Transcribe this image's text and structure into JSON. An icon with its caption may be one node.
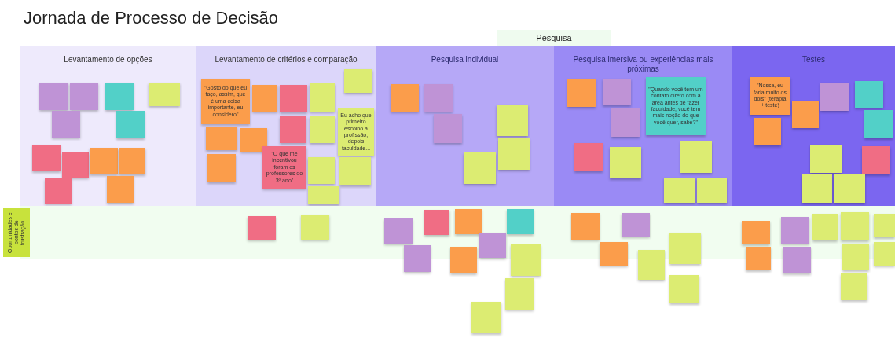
{
  "diagram": {
    "title": "Jornada de Processo de Decisão",
    "nodes": [
      {
        "text": [
          "Pesquisa"
        ]
      },
      {
        "text": [
          "Levantamento de opções"
        ]
      },
      {
        "text": [
          "Levantamento de critérios e comparação"
        ]
      },
      {
        "text": [
          "Pesquisa individual"
        ]
      },
      {
        "text": [
          "Pesquisa imersiva ou experiências mais próximas"
        ]
      },
      {
        "text": [
          "Testes"
        ]
      },
      {
        "text": [
          "Oportunidades e pontos de frustração"
        ]
      },
      {
        "text": [],
        "shape": "box",
        "in": 1
      },
      {
        "text": [],
        "shape": "box",
        "in": 1
      },
      {
        "text": [],
        "shape": "box",
        "in": 1
      },
      {
        "text": [],
        "shape": "box",
        "in": 1
      },
      {
        "text": [],
        "shape": "box",
        "in": 1
      },
      {
        "text": [],
        "shape": "box",
        "in": 1
      },
      {
        "text": [],
        "shape": "box",
        "in": 1
      },
      {
        "text": [],
        "shape": "box",
        "in": 1
      },
      {
        "text": [],
        "shape": "box",
        "in": 1
      },
      {
        "text": [],
        "shape": "box",
        "in": 1
      },
      {
        "text": [],
        "shape": "box",
        "in": 1
      },
      {
        "text": [],
        "shape": "box",
        "in": 1
      },
      {
        "text": [
          "\"Gosto do que eu faço, assim, que é uma coisa importante, eu considero\""
        ],
        "in": 2
      },
      {
        "text": [],
        "shape": "box",
        "in": 2
      },
      {
        "text": [],
        "shape": "box",
        "in": 2
      },
      {
        "text": [],
        "shape": "box",
        "in": 2
      },
      {
        "text": [],
        "shape": "box",
        "in": 2
      },
      {
        "text": [],
        "shape": "box",
        "in": 2
      },
      {
        "text": [],
        "shape": "box",
        "in": 2
      },
      {
        "text": [
          "\"O que me incentivou foram os professores do 3º ano\""
        ],
        "in": 2
      },
      {
        "text": [],
        "shape": "box",
        "in": 2
      },
      {
        "text": [],
        "shape": "box",
        "in": 2
      },
      {
        "text": [],
        "shape": "box",
        "in": 2
      },
      {
        "text": [
          "Eu acho que primeiro escolho a profissão, depois faculdade..."
        ],
        "in": 2
      },
      {
        "text": [],
        "shape": "box",
        "in": 2
      },
      {
        "text": [],
        "shape": "box",
        "in": 2
      },
      {
        "text": [],
        "shape": "box",
        "in": 2
      },
      {
        "text": [],
        "shape": "box",
        "in": 3
      },
      {
        "text": [],
        "shape": "box",
        "in": 3
      },
      {
        "text": [],
        "shape": "box",
        "in": 3
      },
      {
        "text": [],
        "shape": "box",
        "in": 3
      },
      {
        "text": [],
        "shape": "box",
        "in": 3
      },
      {
        "text": [],
        "shape": "box",
        "in": 3
      },
      {
        "text": [],
        "shape": "box",
        "in": 4
      },
      {
        "text": [],
        "shape": "box",
        "in": 4
      },
      {
        "text": [],
        "shape": "box",
        "in": 4
      },
      {
        "text": [
          "\"Quando você tem um contato direto com a área antes de fazer faculdade, você tem mais noção do que você quer, sabe?\""
        ],
        "in": 4
      },
      {
        "text": [],
        "shape": "box",
        "in": 4
      },
      {
        "text": [],
        "shape": "box",
        "in": 4
      },
      {
        "text": [],
        "shape": "box",
        "in": 4
      },
      {
        "text": [],
        "shape": "box",
        "in": 4
      },
      {
        "text": [],
        "shape": "box",
        "in": 4
      },
      {
        "text": [
          "\"Nossa, eu faria muito os dois\" (terapia + teste)"
        ],
        "in": 5
      },
      {
        "text": [],
        "shape": "box",
        "in": 5
      },
      {
        "text": [],
        "shape": "box",
        "in": 5
      },
      {
        "text": [],
        "shape": "box",
        "in": 5
      },
      {
        "text": [],
        "shape": "box",
        "in": 5
      },
      {
        "text": [],
        "shape": "box",
        "in": 5
      },
      {
        "text": [],
        "shape": "box",
        "in": 5
      },
      {
        "text": [],
        "shape": "box",
        "in": 5
      },
      {
        "text": [],
        "shape": "box",
        "in": 5
      },
      {
        "text": [],
        "shape": "box",
        "in": 5
      },
      {
        "text": [],
        "shape": "box",
        "in": 6
      },
      {
        "text": [],
        "shape": "box",
        "in": 6
      },
      {
        "text": [],
        "shape": "box",
        "in": 6
      },
      {
        "text": [],
        "shape": "box",
        "in": 6
      },
      {
        "text": [],
        "shape": "box",
        "in": 6
      },
      {
        "text": [],
        "shape": "box",
        "in": 6
      },
      {
        "text": [],
        "shape": "box"
      },
      {
        "text": [],
        "shape": "box"
      },
      {
        "text": [],
        "shape": "box",
        "in": 6
      },
      {
        "text": [],
        "shape": "box"
      },
      {
        "text": [],
        "shape": "box"
      },
      {
        "text": [],
        "shape": "box"
      },
      {
        "text": [],
        "shape": "box",
        "in": 6
      },
      {
        "text": [],
        "shape": "box",
        "in": 6
      },
      {
        "text": [],
        "shape": "box"
      },
      {
        "text": [],
        "shape": "box"
      },
      {
        "text": [],
        "shape": "box"
      },
      {
        "text": [],
        "shape": "box"
      },
      {
        "text": [],
        "shape": "box",
        "in": 6
      },
      {
        "text": [],
        "shape": "box"
      },
      {
        "text": [],
        "shape": "box",
        "in": 6
      },
      {
        "text": [],
        "shape": "box"
      },
      {
        "text": [],
        "shape": "box",
        "in": 6
      },
      {
        "text": [],
        "shape": "box",
        "in": 6
      },
      {
        "text": [],
        "shape": "box"
      },
      {
        "text": [],
        "shape": "box"
      },
      {
        "text": [],
        "shape": "box",
        "in": 6
      },
      {
        "text": [],
        "shape": "box"
      }
    ]
  }
}
